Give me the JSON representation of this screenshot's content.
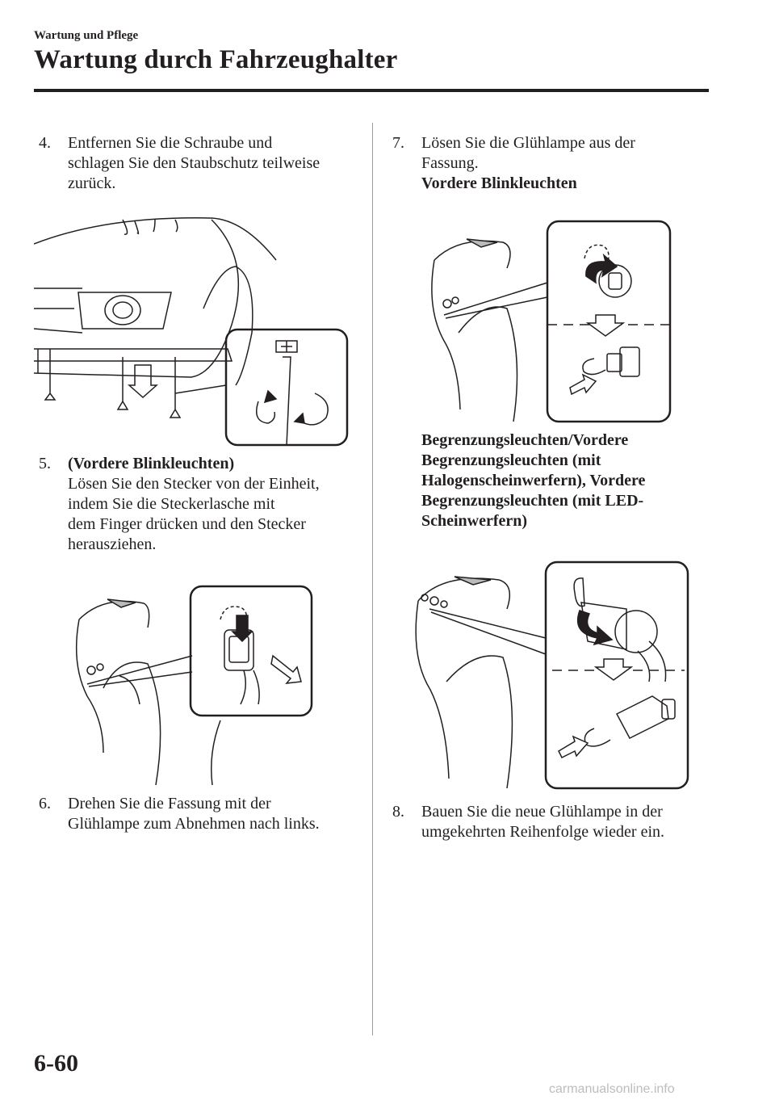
{
  "header": {
    "section_small": "Wartung und Pflege",
    "section_title": "Wartung durch Fahrzeughalter"
  },
  "steps": [
    {
      "number": "4.",
      "lines": [
        "Entfernen Sie die Schraube und",
        "schlagen Sie den Staubschutz teilweise",
        "zurück."
      ]
    },
    {
      "number": "5.",
      "heading": "(Vordere Blinkleuchten)",
      "lines": [
        "Lösen Sie den Stecker von der Einheit,",
        "indem Sie die Steckerlasche mit",
        "dem Finger drücken und den Stecker",
        "herausziehen."
      ]
    },
    {
      "number": "6.",
      "lines": [
        "Drehen Sie die Fassung mit der",
        "Glühlampe zum Abnehmen nach links."
      ]
    },
    {
      "number": "7.",
      "lines": [
        "Lösen Sie die Glühlampe aus der",
        "Fassung."
      ],
      "heading_after": "Vordere Blinkleuchten"
    },
    {
      "number": "8.",
      "lines": [
        "Bauen Sie die neue Glühlampe in der",
        "umgekehrten Reihenfolge wieder ein."
      ]
    }
  ],
  "subheading_parking": [
    "Begrenzungsleuchten/Vordere",
    "Begrenzungsleuchten (mit",
    "Halogenscheinwerfern), Vordere",
    "Begrenzungsleuchten (mit LED-",
    "Scheinwerfern)"
  ],
  "figures": {
    "fig1_icon": "screw-removal-illustration",
    "fig2_icon": "connector-release-illustration",
    "fig3_icon": "bulb-removal-turn-signal-illustration",
    "fig4_icon": "bulb-removal-parking-light-illustration"
  },
  "footer": {
    "page_number": "6-60",
    "watermark": "carmanualsonline.info"
  }
}
